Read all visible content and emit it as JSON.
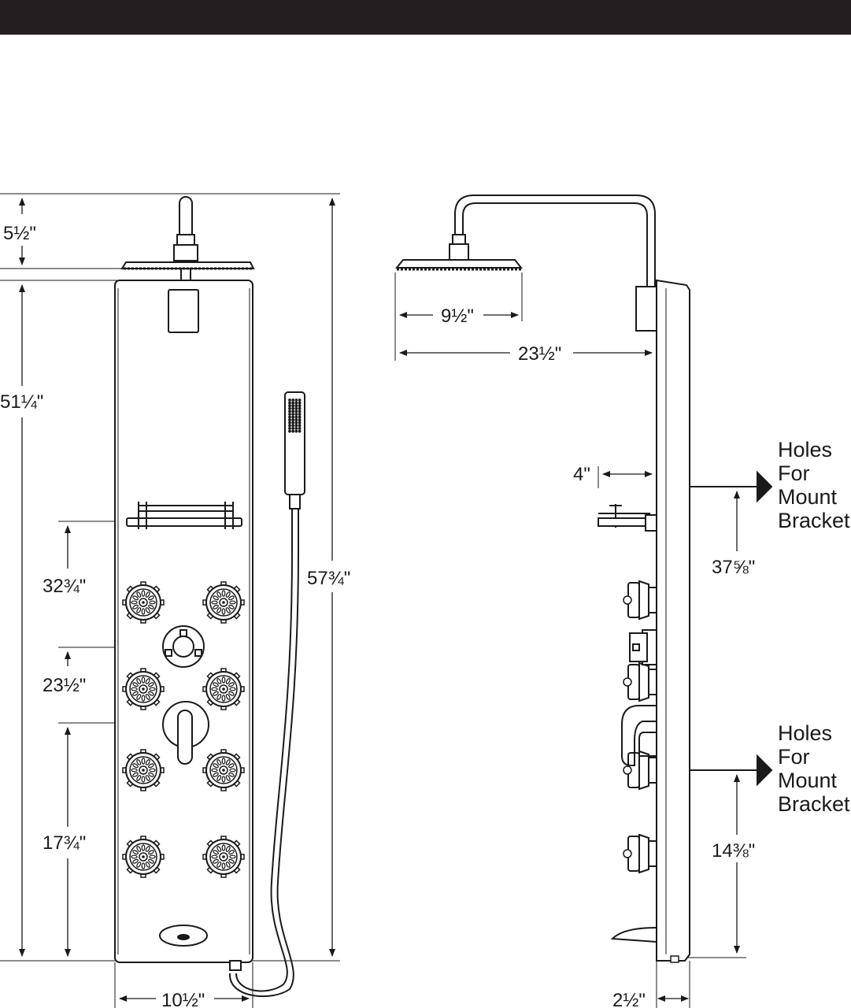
{
  "front_view": {
    "dims": {
      "head_drop": "5½\"",
      "panel_height": "51¼\"",
      "overall_height": "57¾\"",
      "shelf_height": "32¾\"",
      "thermostat_height": "23½\"",
      "diverter_height": "17¾\"",
      "panel_width": "10½\""
    }
  },
  "side_view": {
    "dims": {
      "head_diameter": "9½\"",
      "arm_reach": "23½\"",
      "shelf_depth": "4\"",
      "upper_bracket_height": "37⅝\"",
      "lower_bracket_height": "14⅜\"",
      "panel_depth": "2½\""
    },
    "notes": {
      "upper_bracket": [
        "Holes",
        "For",
        "Mount",
        "Bracket"
      ],
      "lower_bracket": [
        "Holes",
        "For",
        "Mount",
        "Bracket"
      ]
    }
  }
}
